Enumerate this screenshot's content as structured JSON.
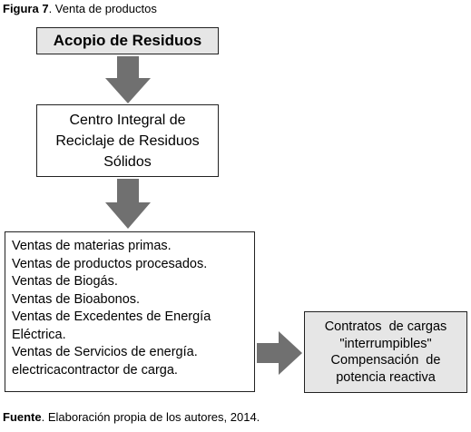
{
  "figure_caption": {
    "label": "Figura 7",
    "text": ".  Venta de productos"
  },
  "nodes": {
    "acopio": "Acopio de Residuos",
    "centro": [
      "Centro Integral de",
      "Reciclaje de Residuos",
      "Sólidos"
    ],
    "ventas": [
      "Ventas de materias primas.",
      "Ventas de productos procesados.",
      "Ventas de Biogás.",
      "Ventas de Bioabonos.",
      "Ventas de Excedentes de Energía",
      "Eléctrica.",
      "Ventas de Servicios de energía.",
      "electricacontractor de carga."
    ],
    "contratos": [
      "Contratos  de cargas",
      "\"interrumpibles\"",
      "Compensación  de",
      "potencia reactiva"
    ]
  },
  "source_caption": {
    "label": "Fuente",
    "text": ". Elaboración propia de los autores, 2014."
  },
  "colors": {
    "arrow": "#707070",
    "box_border": "#222222",
    "gray_fill": "#e6e6e6"
  }
}
